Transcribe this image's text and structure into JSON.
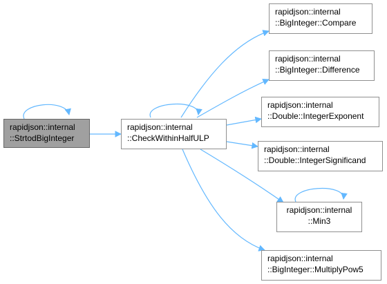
{
  "colors": {
    "edge": "#63b8ff",
    "node_border": "#8f8f8f",
    "active_fill": "#a0a0a0"
  },
  "nodes": {
    "strtod": {
      "line1": "rapidjson::internal",
      "line2": "::StrtodBigInteger"
    },
    "check": {
      "line1": "rapidjson::internal",
      "line2": "::CheckWithinHalfULP"
    },
    "compare": {
      "line1": "rapidjson::internal",
      "line2": "::BigInteger::Compare"
    },
    "difference": {
      "line1": "rapidjson::internal",
      "line2": "::BigInteger::Difference"
    },
    "int_exponent": {
      "line1": "rapidjson::internal",
      "line2": "::Double::IntegerExponent"
    },
    "int_significand": {
      "line1": "rapidjson::internal",
      "line2": "::Double::IntegerSignificand"
    },
    "min3": {
      "line1": "rapidjson::internal",
      "line2": "::Min3"
    },
    "multiply_pow5": {
      "line1": "rapidjson::internal",
      "line2": "::BigInteger::MultiplyPow5"
    }
  }
}
